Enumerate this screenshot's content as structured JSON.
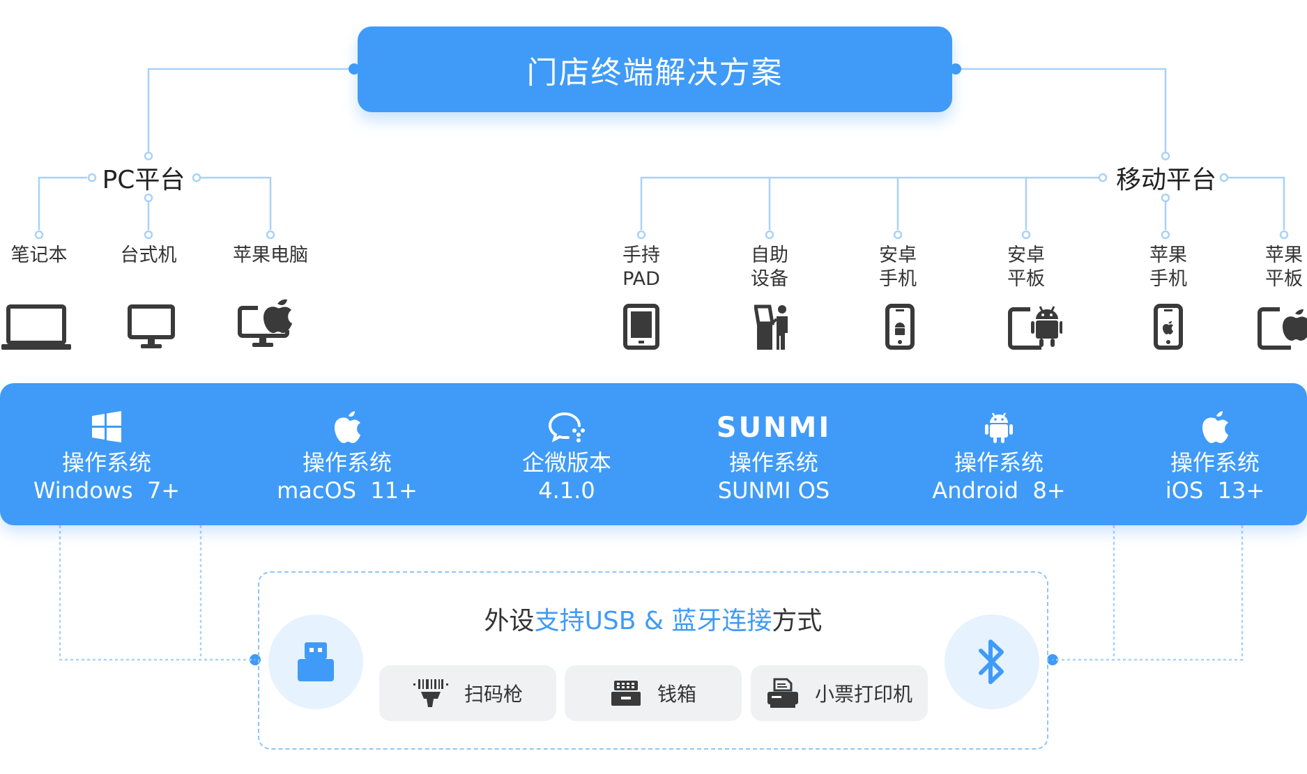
{
  "title": "门店终端解决方案",
  "pc_platform": {
    "label": "PC平台",
    "devices": [
      {
        "label": "笔记本",
        "icon": "laptop-icon"
      },
      {
        "label": "台式机",
        "icon": "desktop-monitor-icon"
      },
      {
        "label": "苹果电脑",
        "icon": "apple-computer-icon"
      }
    ]
  },
  "mobile_platform": {
    "label": "移动平台",
    "devices": [
      {
        "line1": "手持",
        "line2": "PAD",
        "icon": "tablet-icon"
      },
      {
        "line1": "自助",
        "line2": "设备",
        "icon": "kiosk-icon"
      },
      {
        "line1": "安卓",
        "line2": "手机",
        "icon": "android-phone-icon"
      },
      {
        "line1": "安卓",
        "line2": "平板",
        "icon": "android-tablet-icon"
      },
      {
        "line1": "苹果",
        "line2": "手机",
        "icon": "iphone-icon"
      },
      {
        "line1": "苹果",
        "line2": "平板",
        "icon": "ipad-icon"
      }
    ]
  },
  "os": [
    {
      "icon": "windows-icon",
      "line1": "操作系统",
      "line2": "Windows  7+"
    },
    {
      "icon": "apple-icon",
      "line1": "操作系统",
      "line2": "macOS  11+"
    },
    {
      "icon": "wecom-icon",
      "line1": "企微版本",
      "line2": "4.1.0"
    },
    {
      "icon": "sunmi-logo",
      "logo_text": "SUNMI",
      "line1": "操作系统",
      "line2": "SUNMI OS"
    },
    {
      "icon": "android-icon",
      "line1": "操作系统",
      "line2": "Android  8+"
    },
    {
      "icon": "apple-icon",
      "line1": "操作系统",
      "line2": "iOS  13+"
    }
  ],
  "peripherals": {
    "title_prefix": "外设",
    "title_highlight": "支持USB & 蓝牙连接",
    "title_suffix": "方式",
    "items": [
      {
        "label": "扫码枪",
        "icon": "barcode-scanner-icon"
      },
      {
        "label": "钱箱",
        "icon": "cash-drawer-icon"
      },
      {
        "label": "小票打印机",
        "icon": "receipt-printer-icon"
      }
    ],
    "left_icon": "usb-icon",
    "right_icon": "bluetooth-icon"
  },
  "colors": {
    "primary": "#3f9bf7",
    "connector": "#a8d2f8",
    "icon_dark": "#3a3a3a",
    "chip_bg": "#f0f1f3",
    "circle_bg": "#e6f2fe"
  }
}
